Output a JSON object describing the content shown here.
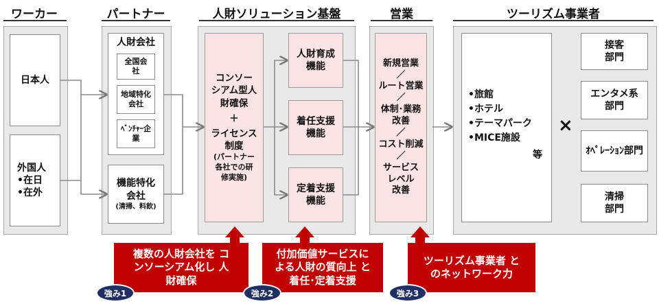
{
  "headers": {
    "worker": "ワーカー",
    "partner": "パートナー",
    "platform": "人財ソリューション基盤",
    "sales": "営業",
    "tourism": "ツーリズム事業者"
  },
  "worker": {
    "japanese": "日本人",
    "foreign_title": "外国人",
    "foreign_items": [
      "•在日",
      "•在外"
    ]
  },
  "partner": {
    "staffing_title": "人財会社",
    "staffing_sub": [
      "全国会社",
      "地域特化会社",
      "ﾍﾞﾝﾁｬｰ企業"
    ],
    "org_title": "機能特化会社",
    "org_note": "(清掃、料飲)"
  },
  "platform": {
    "consortium_lines": [
      "コンソー",
      "シアム型人",
      "財確保",
      "＋",
      "ライセンス",
      "制度"
    ],
    "consortium_note": [
      "(パートナー",
      "各社での研",
      "修実施)"
    ],
    "functions": [
      "人財育成機能",
      "着任支援機能",
      "定着支援機能"
    ]
  },
  "sales": {
    "lines": [
      "新規営業",
      "／",
      "ルート営業",
      "／",
      "体制･業務",
      "改善",
      "／",
      "コスト削減",
      "／",
      "サービス",
      "レベル",
      "改善"
    ]
  },
  "tourism": {
    "facilities": [
      "•旅館",
      "•ホテル",
      "•テーマパーク",
      "•MICE施設"
    ],
    "etc": "等",
    "times": "×",
    "departments": [
      "接客部門",
      "エンタメ系部門",
      "ｵﾍﾟﾚｰｼｮﾝ部門",
      "清掃部門"
    ]
  },
  "strengths": [
    {
      "badge": "強み1",
      "text": "複数の人財会社を コンソーシアム化し 人財確保"
    },
    {
      "badge": "強み2",
      "text": "付加価値サービスに よる人財の質向上 と着任･定着支援"
    },
    {
      "badge": "強み3",
      "text": "ツーリズム事業者 とのネットワーク力"
    }
  ],
  "colors": {
    "callout": "#c00000",
    "badge": "#1f2f63",
    "pink": "#fde4e4",
    "panel": "#e9e9e9"
  }
}
